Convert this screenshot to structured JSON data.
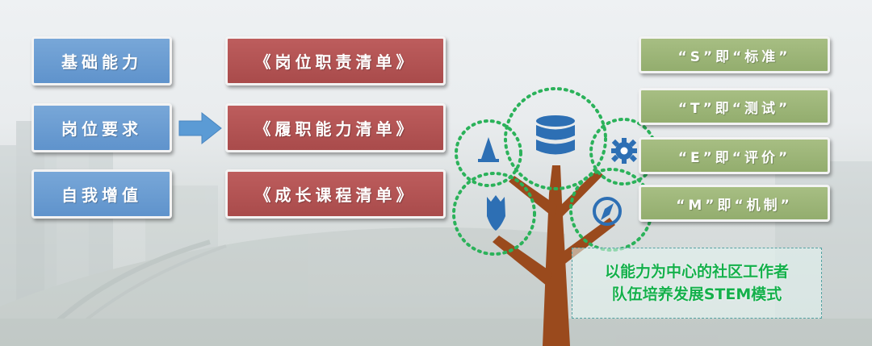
{
  "left_column": {
    "items": [
      {
        "label": "基础能力"
      },
      {
        "label": "岗位要求"
      },
      {
        "label": "自我增值"
      }
    ]
  },
  "middle_column": {
    "items": [
      {
        "label": "《岗位职责清单》"
      },
      {
        "label": "《履职能力清单》"
      },
      {
        "label": "《成长课程清单》"
      }
    ]
  },
  "right_column": {
    "items": [
      {
        "label": "“S”即“标准”"
      },
      {
        "label": "“T”即“测试”"
      },
      {
        "label": "“E”即“评价”"
      },
      {
        "label": "“M”即“机制”"
      }
    ]
  },
  "caption": {
    "line1": "以能力为中心的社区工作者",
    "line2": "队伍培养发展STEM模式"
  },
  "tree": {
    "icons": [
      "cone-icon",
      "database-icon",
      "gear-icon",
      "shield-icon",
      "compass-icon"
    ]
  },
  "colors": {
    "blue_box": "#6b9dd2",
    "red_box": "#b35454",
    "green_box": "#9db578",
    "arrow": "#5b9bd5",
    "trunk": "#9a4a1d",
    "circle_dash": "#2bb25a",
    "icon_fill": "#2d6fb4",
    "caption_text": "#14b04b"
  }
}
